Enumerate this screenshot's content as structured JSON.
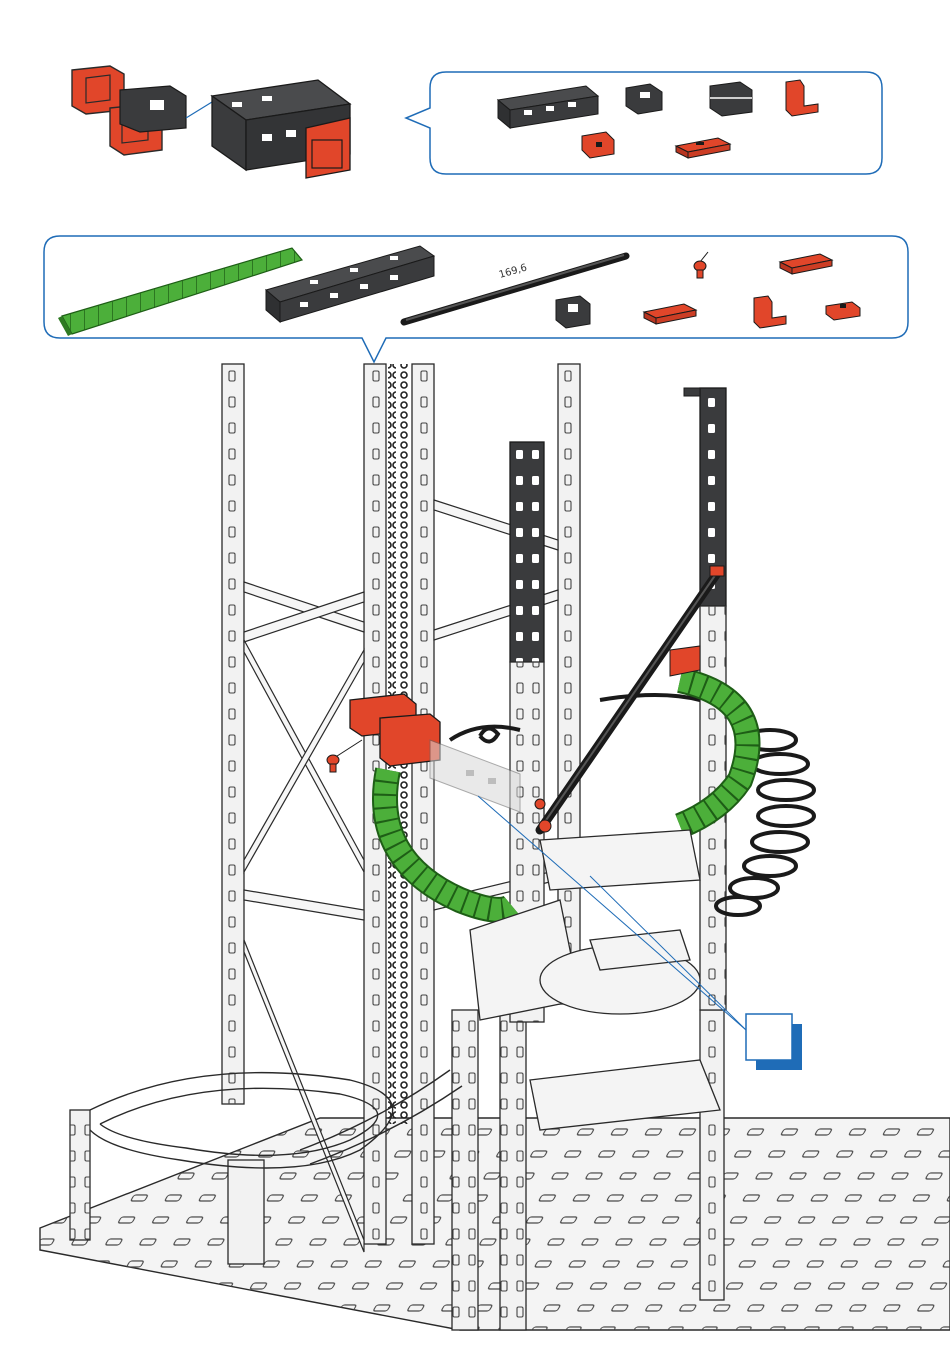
{
  "instruction_step": {
    "rod_length_label": "169,6",
    "callout_number": ""
  },
  "colors": {
    "black_part": "#3a3b3d",
    "red_part": "#e1462a",
    "green_part": "#4caf3a",
    "frame_grey": "#f2f2f2",
    "outline": "#2a2a2a",
    "callout_blue": "#1f6cb7"
  },
  "subassembly_parts": [
    {
      "name": "building-block-30",
      "color": "black"
    },
    {
      "name": "building-block-15",
      "color": "black"
    },
    {
      "name": "building-block-15-with-bore",
      "color": "black"
    },
    {
      "name": "angle-block",
      "color": "red"
    },
    {
      "name": "building-block-5",
      "color": "red"
    },
    {
      "name": "building-plate-15x30",
      "color": "red"
    }
  ],
  "main_parts": [
    {
      "name": "flex-rail",
      "color": "green"
    },
    {
      "name": "building-block-30",
      "color": "black"
    },
    {
      "name": "metal-axle",
      "color": "black"
    },
    {
      "name": "spring-cam",
      "color": "red"
    },
    {
      "name": "building-plate-15x30",
      "color": "red"
    },
    {
      "name": "building-block-15",
      "color": "black"
    },
    {
      "name": "building-plate-15x30",
      "color": "red"
    },
    {
      "name": "angle-block",
      "color": "red"
    },
    {
      "name": "building-block-5",
      "color": "red"
    }
  ]
}
